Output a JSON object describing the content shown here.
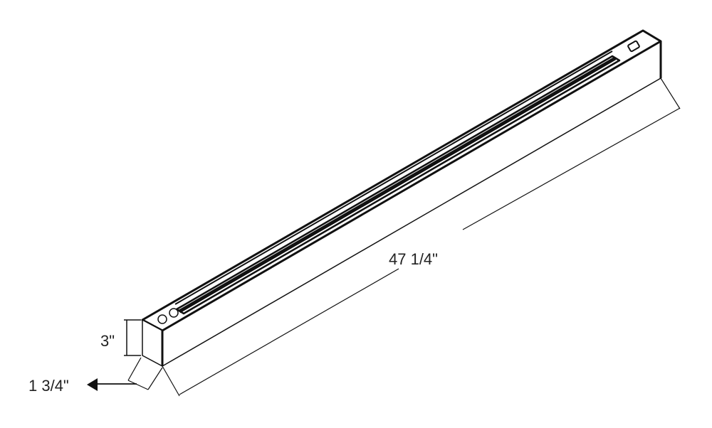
{
  "dimensions": {
    "length": "47 1/4\"",
    "height": "3\"",
    "width": "1 3/4\""
  },
  "colors": {
    "line": "#111111",
    "background": "#ffffff"
  }
}
